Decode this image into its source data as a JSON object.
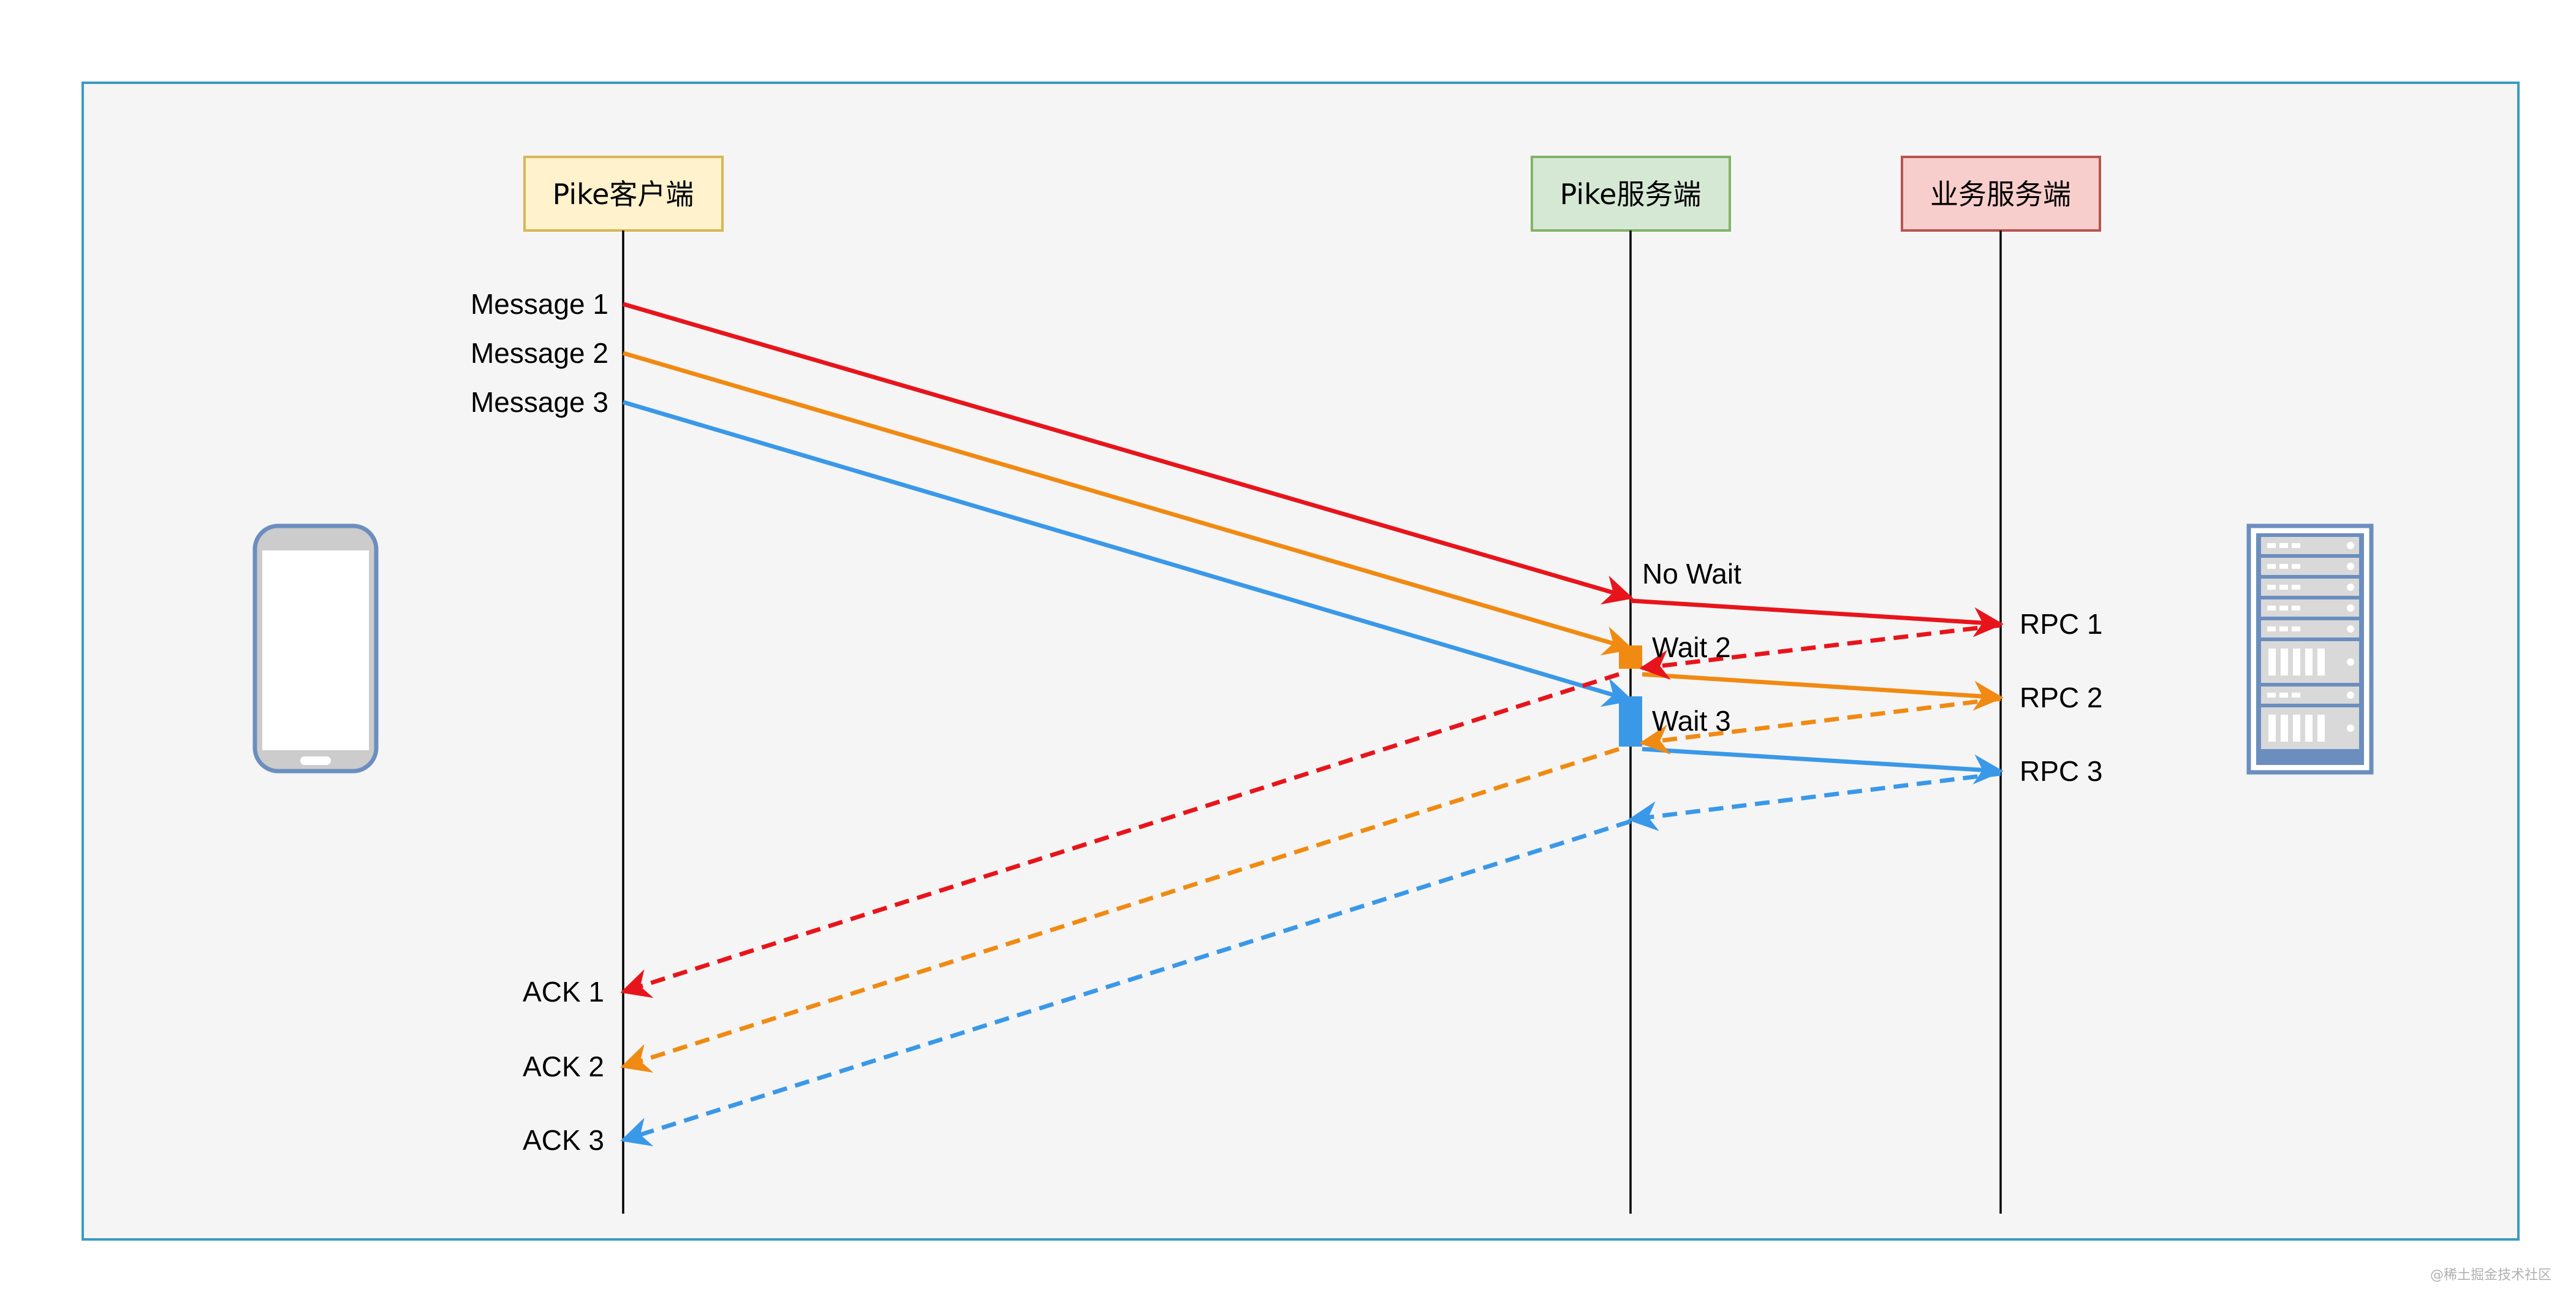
{
  "participants": [
    {
      "id": "client",
      "label": "Pike客户端",
      "fill": "#fff2cc",
      "stroke": "#d6b656"
    },
    {
      "id": "pike_server",
      "label": "Pike服务端",
      "fill": "#d5e8d4",
      "stroke": "#82b366"
    },
    {
      "id": "biz_server",
      "label": "业务服务端",
      "fill": "#f8cecc",
      "stroke": "#b85450"
    }
  ],
  "messages": [
    {
      "label": "Message 1",
      "color": "#e8141b"
    },
    {
      "label": "Message 2",
      "color": "#f08a12"
    },
    {
      "label": "Message 3",
      "color": "#3a98e8"
    }
  ],
  "server_states": [
    "No Wait",
    "Wait 2",
    "Wait 3"
  ],
  "rpcs": [
    "RPC 1",
    "RPC 2",
    "RPC 3"
  ],
  "acks": [
    "ACK 1",
    "ACK 2",
    "ACK 3"
  ],
  "colors": {
    "frame_fill": "#f5f5f5",
    "frame_stroke": "#3a9bc1",
    "lifeline": "#000000",
    "red": "#e8141b",
    "orange": "#f08a12",
    "blue": "#3a98e8",
    "device": "#6c8ebf"
  },
  "icons": {
    "client_device": "smartphone-icon",
    "server_device": "server-rack-icon"
  },
  "watermark": "@稀土掘金技术社区"
}
